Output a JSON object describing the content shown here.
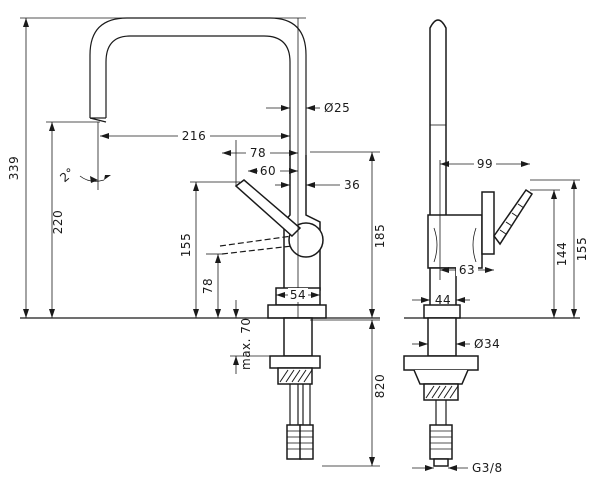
{
  "dimensions": {
    "total_height": "339",
    "spout_height": "220",
    "spout_reach": "216",
    "spout_diameter": "Ø25",
    "lever_reach": "78",
    "lever_offset": "60",
    "lever_to_body": "36",
    "lever_height": "155",
    "body_height": "185",
    "lever_base_height": "78",
    "body_diameter": "54",
    "max_deck_thickness": "max. 70",
    "connection_length": "820",
    "swivel_angle": "2°",
    "side_lever_depth": "99",
    "side_lever_height": "144",
    "side_lever_top": "155",
    "side_body_depth": "63",
    "side_base_diameter": "44",
    "side_shank_diameter": "Ø34",
    "thread": "G3/8"
  }
}
